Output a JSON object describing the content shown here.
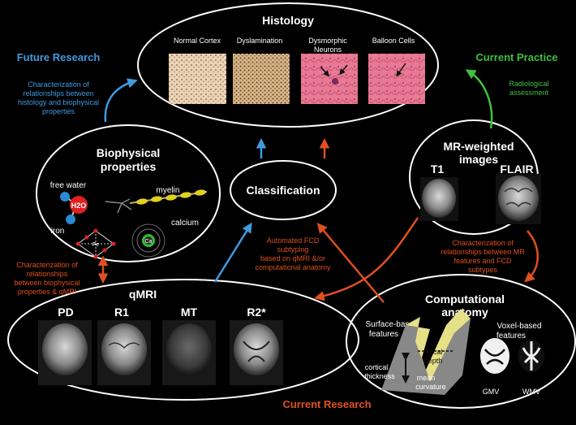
{
  "colors": {
    "background": "#000000",
    "future": "#3f9be0",
    "current_practice": "#3fc03f",
    "current_research": "#e0501e",
    "ellipse": "#ffffff",
    "histology_tissue": "#e8cdb0",
    "he_stain": "#e0708a"
  },
  "histology": {
    "title": "Histology",
    "panels": [
      {
        "label": "Normal Cortex"
      },
      {
        "label": "Dyslamination"
      },
      {
        "label": "Dysmorphic\nNeurons",
        "line1": "Dysmorphic",
        "line2": "Neurons"
      },
      {
        "label": "Balloon Cells"
      }
    ]
  },
  "future_research": {
    "title": "Future Research",
    "note_lines": [
      "Characterization of",
      "relationships between",
      "histology and biophysical",
      "properties"
    ]
  },
  "current_practice": {
    "title": "Current Practice",
    "note_lines": [
      "Radiological",
      "assessment"
    ]
  },
  "biophysical": {
    "title_lines": [
      "Biophysical",
      "properties"
    ],
    "free_water": "free water",
    "h2o": "H2O",
    "myelin": "myelin",
    "iron": "iron",
    "fe": "Fe",
    "calcium": "calcium",
    "ca": "Ca"
  },
  "classification": {
    "title": "Classification"
  },
  "mr_weighted": {
    "title_lines": [
      "MR-weighted",
      "images"
    ],
    "t1": "T1",
    "flair": "FLAIR"
  },
  "biophys_qmri_note": [
    "Characterization of",
    "relationships",
    "between biophysical",
    "properties & qMRI"
  ],
  "automated_note": [
    "Automated FCD",
    "subtyping",
    "based on qMRI &/or",
    "computational anatomy"
  ],
  "mr_fcd_note": [
    "Characterization of",
    "relationships between MR",
    "features and FCD",
    "subtypes"
  ],
  "qmri": {
    "title": "qMRI",
    "maps": [
      "PD",
      "R1",
      "MT",
      "R2*"
    ]
  },
  "computational": {
    "title_lines": [
      "Computational",
      "anatomy"
    ],
    "surface_lines": [
      "Surface-based",
      "features"
    ],
    "voxel_lines": [
      "Voxel-based",
      "features"
    ],
    "sulcal_lines": [
      "sulcal",
      "depth"
    ],
    "cortical_lines": [
      "cortical",
      "thickness"
    ],
    "curvature_lines": [
      "mean",
      "curvature"
    ],
    "gmv": "GMV",
    "wmv": "WMV"
  },
  "current_research": {
    "title": "Current Research"
  }
}
